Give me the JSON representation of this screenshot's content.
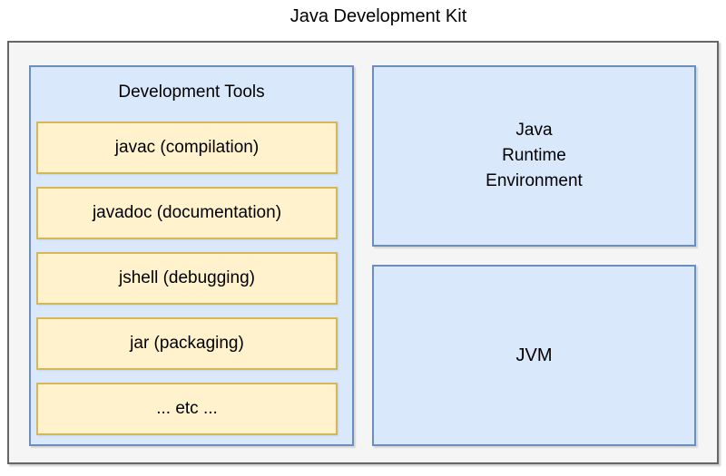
{
  "title": "Java Development Kit",
  "colors": {
    "blue_fill": "#dae8fc",
    "blue_border": "#6c8ebf",
    "yellow_fill": "#fff2cc",
    "yellow_border": "#d6b656",
    "outer_fill": "#f5f5f5",
    "outer_border": "#666666",
    "text": "#000000"
  },
  "jdk": {
    "development_tools": {
      "label": "Development Tools",
      "items": [
        "javac (compilation)",
        "javadoc (documentation)",
        "jshell (debugging)",
        "jar (packaging)",
        "... etc ..."
      ]
    },
    "jre": {
      "label": "Java\nRuntime\nEnvironment"
    },
    "jvm": {
      "label": "JVM"
    }
  }
}
